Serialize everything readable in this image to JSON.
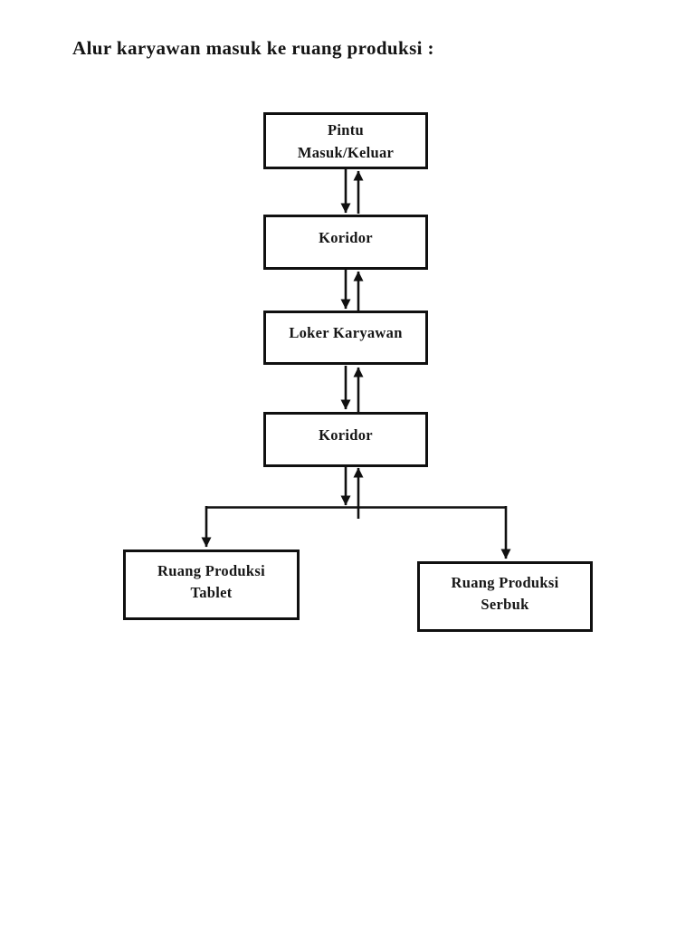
{
  "page": {
    "background": "#ffffff",
    "ink_color": "#101010",
    "title": "Alur karyawan masuk ke ruang produksi :"
  },
  "flowchart": {
    "nodes": [
      {
        "id": "pintu",
        "lines": [
          "Pintu",
          "Masuk/Keluar"
        ]
      },
      {
        "id": "koridor-1",
        "lines": [
          "Koridor"
        ]
      },
      {
        "id": "loker",
        "lines": [
          "Loker Karyawan"
        ]
      },
      {
        "id": "koridor-2",
        "lines": [
          "Koridor"
        ]
      },
      {
        "id": "tablet",
        "lines": [
          "Ruang Produksi",
          "Tablet"
        ]
      },
      {
        "id": "serbuk",
        "lines": [
          "Ruang Produksi",
          "Serbuk"
        ]
      }
    ],
    "edges": [
      {
        "from": "pintu",
        "to": "koridor-1",
        "direction": "two-way"
      },
      {
        "from": "koridor-1",
        "to": "loker",
        "direction": "two-way"
      },
      {
        "from": "loker",
        "to": "koridor-2",
        "direction": "two-way"
      },
      {
        "from": "koridor-2",
        "to": "tablet",
        "direction": "down"
      },
      {
        "from": "koridor-2",
        "to": "serbuk",
        "direction": "down"
      }
    ]
  }
}
